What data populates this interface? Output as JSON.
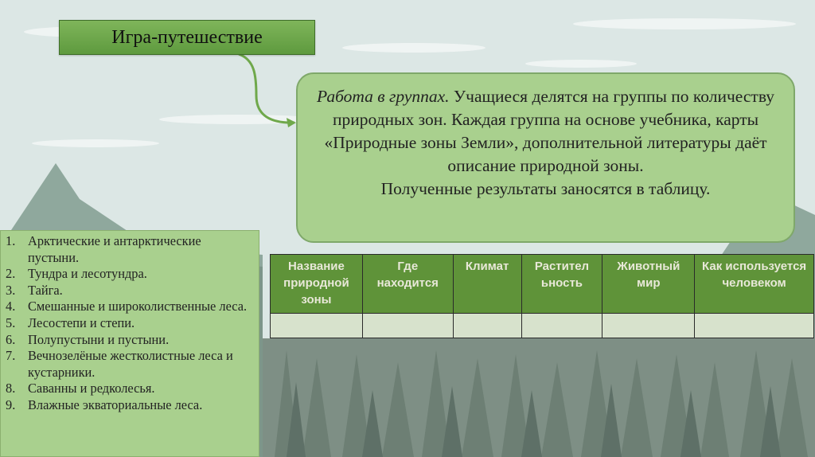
{
  "title": "Игра-путешествие",
  "callout": {
    "lead": "Работа в группах.",
    "body": "Учащиеся делятся на группы по количеству природных зон. Каждая группа на основе учебника, карты «Природные зоны Земли», дополнительной литературы даёт описание природной зоны.",
    "footer": "Полученные результаты заносятся в таблицу."
  },
  "zones": [
    {
      "num": "1.",
      "text": "Арктические и антарктические пустыни."
    },
    {
      "num": "2.",
      "text": "Тундра и лесотундра."
    },
    {
      "num": "3.",
      "text": "Тайга."
    },
    {
      "num": "4.",
      "text": "Смешанные и широколиственные леса."
    },
    {
      "num": "5.",
      "text": "Лесостепи и степи."
    },
    {
      "num": "6.",
      "text": "Полупустыни и пустыни."
    },
    {
      "num": "7.",
      "text": "Вечнозелёные жестколистные леса и кустарники."
    },
    {
      "num": "8.",
      "text": "Саванны и редколесья."
    },
    {
      "num": "9.",
      "text": " Влажные экваториальные леса."
    }
  ],
  "table": {
    "headers": [
      "Название природной зоны",
      "Где находится",
      "Климат",
      "Растител ьность",
      "Животный мир",
      "Как используется человеком"
    ]
  },
  "colors": {
    "accent_green": "#5f9339",
    "panel_green": "#a9d08e"
  }
}
